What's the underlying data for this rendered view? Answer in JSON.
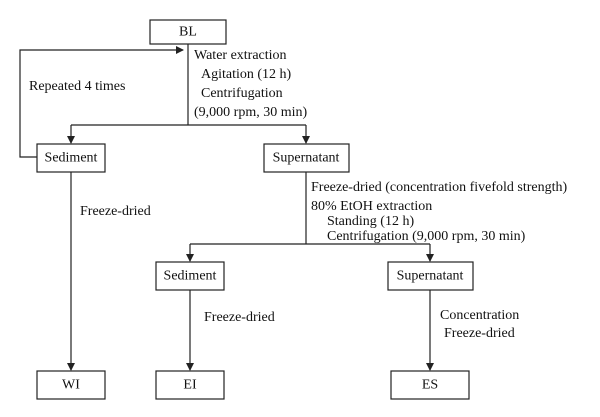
{
  "nodes": {
    "bl": "BL",
    "sediment_1": "Sediment",
    "supernatant_1": "Supernatant",
    "sediment_2": "Sediment",
    "supernatant_2": "Supernatant",
    "wi": "WI",
    "ei": "EI",
    "es": "ES"
  },
  "annotations": {
    "water_extraction": "Water extraction",
    "agitation": "Agitation (12 h)",
    "centrifugation": "Centrifugation",
    "centrifugation_params": "(9,000 rpm, 30 min)",
    "repeated": "Repeated 4 times",
    "freeze_dried_wi": "Freeze-dried",
    "freeze_dried_concentration": "Freeze-dried (concentration fivefold strength)",
    "etoh_extraction": "80% EtOH extraction",
    "standing": "Standing (12 h)",
    "centrifugation_2": "Centrifugation (9,000 rpm, 30 min)",
    "freeze_dried_ei": "Freeze-dried",
    "concentration": "Concentration",
    "freeze_dried_es": "Freeze-dried"
  }
}
